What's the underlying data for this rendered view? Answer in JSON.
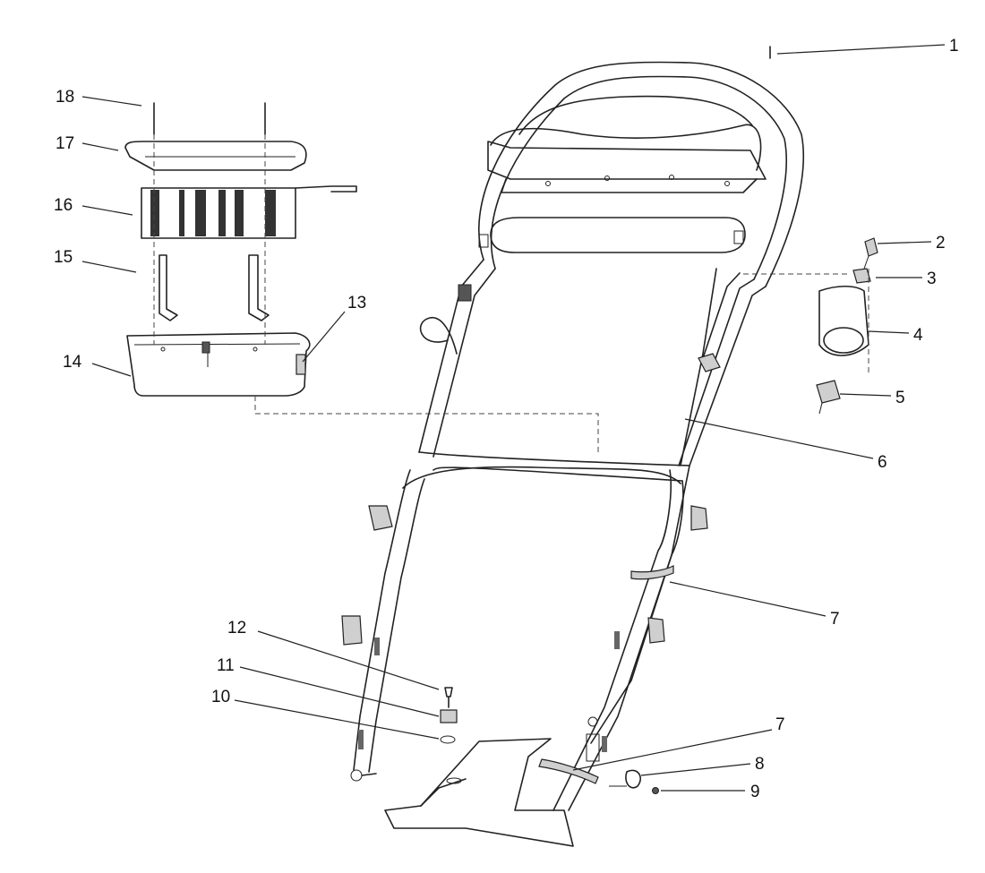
{
  "diagram": {
    "callouts": [
      {
        "id": "c1",
        "label": "1"
      },
      {
        "id": "c2",
        "label": "2"
      },
      {
        "id": "c3",
        "label": "3"
      },
      {
        "id": "c4",
        "label": "4"
      },
      {
        "id": "c5",
        "label": "5"
      },
      {
        "id": "c6",
        "label": "6"
      },
      {
        "id": "c7a",
        "label": "7"
      },
      {
        "id": "c7b",
        "label": "7"
      },
      {
        "id": "c8",
        "label": "8"
      },
      {
        "id": "c9",
        "label": "9"
      },
      {
        "id": "c10",
        "label": "10"
      },
      {
        "id": "c11",
        "label": "11"
      },
      {
        "id": "c12",
        "label": "12"
      },
      {
        "id": "c13",
        "label": "13"
      },
      {
        "id": "c14",
        "label": "14"
      },
      {
        "id": "c15",
        "label": "15"
      },
      {
        "id": "c16",
        "label": "16"
      },
      {
        "id": "c17",
        "label": "17"
      },
      {
        "id": "c18",
        "label": "18"
      }
    ]
  }
}
